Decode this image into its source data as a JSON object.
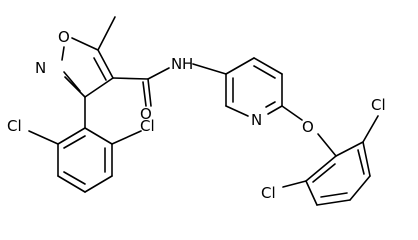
{
  "molecule": {
    "atoms": {
      "O1": "O",
      "N2": "N",
      "N_amide": "N",
      "H_amide": "H",
      "O_carbonyl": "O",
      "N_pyridine": "N",
      "O_ether": "O",
      "Cl_a": "Cl",
      "Cl_b": "Cl",
      "Cl_c": "Cl",
      "Cl_d": "Cl"
    }
  }
}
